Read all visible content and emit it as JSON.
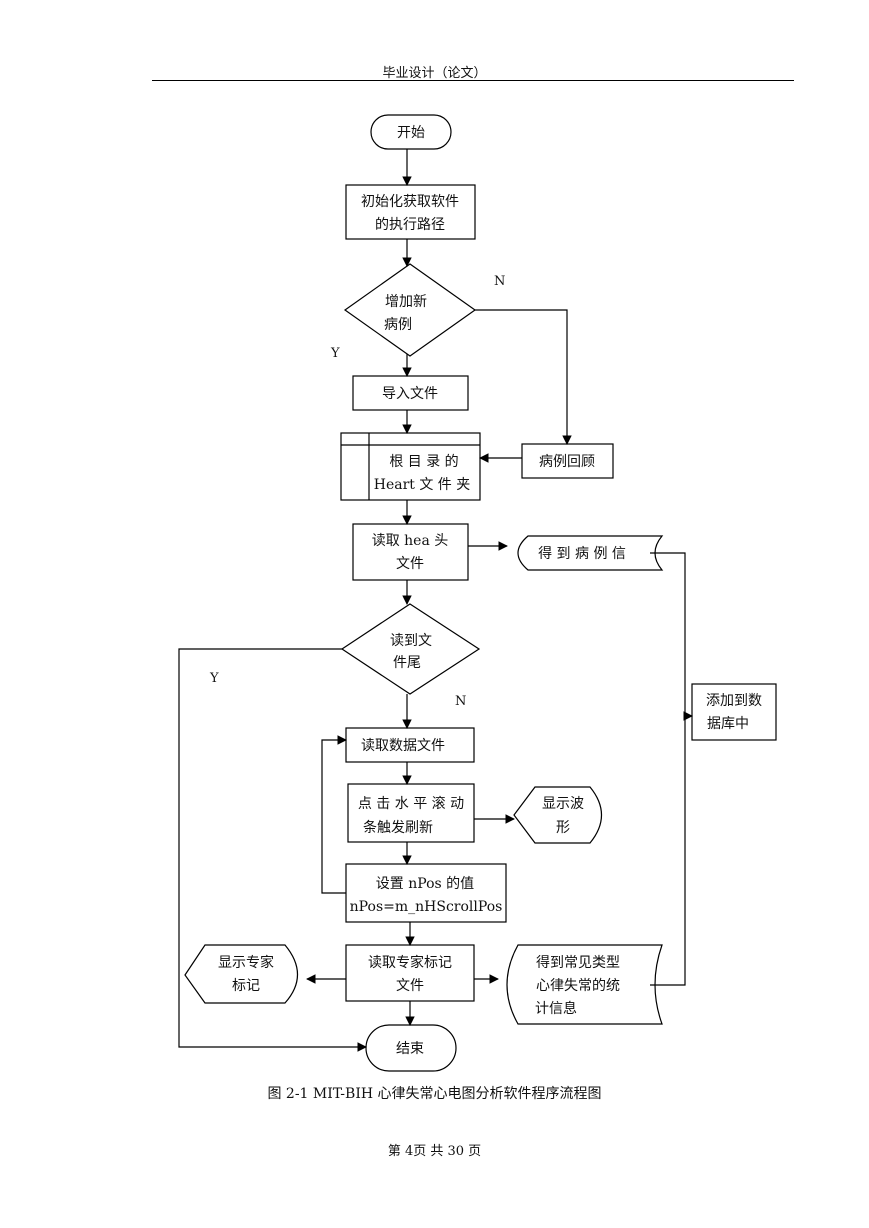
{
  "header": {
    "title": "毕业设计（论文）"
  },
  "flowchart": {
    "start": "开始",
    "init": [
      "初始化获取软件",
      "的执行路径"
    ],
    "decision_new": [
      "增加新",
      "病例"
    ],
    "label_n1": "N",
    "label_y1": "Y",
    "import_file": "导入文件",
    "heart_folder": [
      "根 目 录 的",
      "Heart 文 件 夹"
    ],
    "case_review": "病例回顾",
    "read_hea": [
      "读取 hea 头",
      "文件"
    ],
    "case_info": "得 到 病 例 信",
    "decision_eof": [
      "读到文",
      "件尾"
    ],
    "label_y2": "Y",
    "label_n2": "N",
    "add_db": [
      "添加到数",
      "据库中"
    ],
    "read_data": "读取数据文件",
    "click_scroll": [
      "点 击 水 平 滚 动",
      "条触发刷新"
    ],
    "show_wave": [
      "显示波",
      "形"
    ],
    "set_npos": [
      "设置 nPos 的值",
      "nPos=m_nHScrollPos"
    ],
    "show_expert": [
      "显示专家",
      "标记"
    ],
    "read_expert": [
      "读取专家标记",
      "文件"
    ],
    "stats": [
      "得到常见类型",
      "心律失常的统",
      "计信息"
    ],
    "end": "结束"
  },
  "caption": "图 2-1 MIT-BIH 心律失常心电图分析软件程序流程图",
  "footer": "第 4页 共 30 页"
}
